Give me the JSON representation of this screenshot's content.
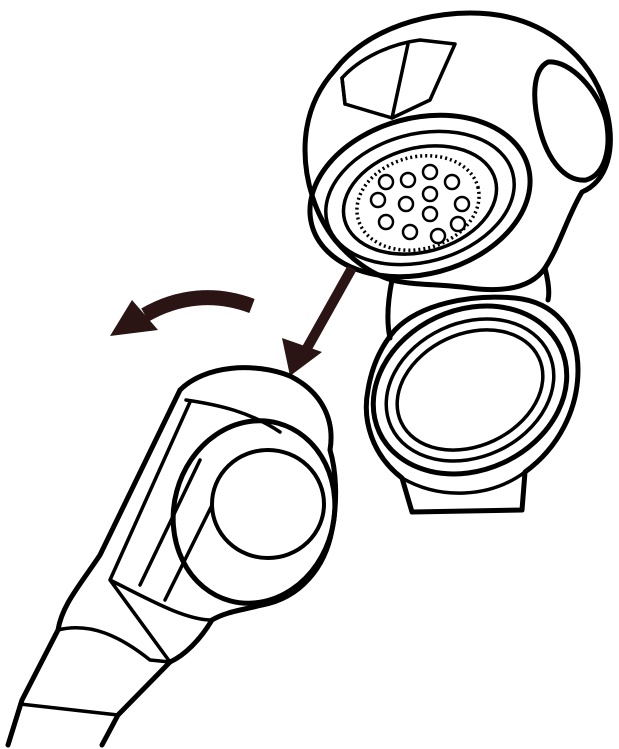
{
  "colors": {
    "line": "#000000",
    "background": "#ffffff",
    "arrow": "#2a1414"
  },
  "icons": {
    "motion_arrow": "curved-rotation-arrow",
    "insert_arrow": "straight-insertion-arrow"
  },
  "figure": {
    "shower_head_hole_count": 13
  }
}
